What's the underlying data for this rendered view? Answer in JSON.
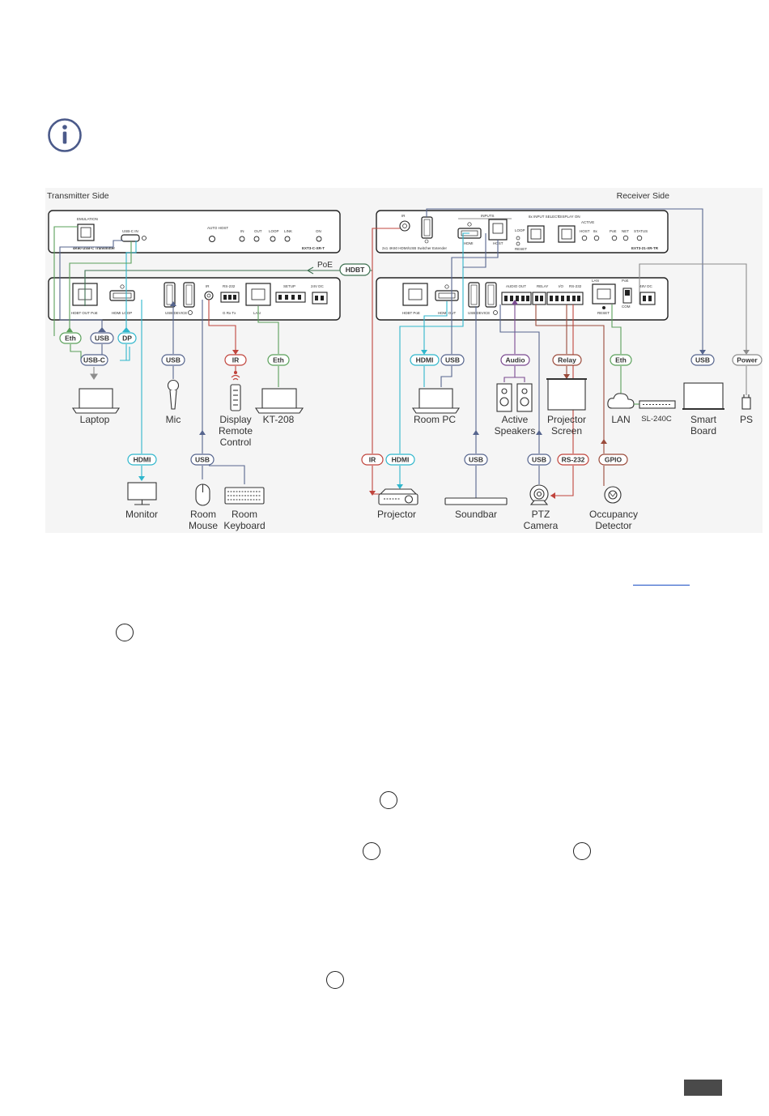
{
  "sides": {
    "transmitter": "Transmitter Side",
    "receiver": "Receiver Side"
  },
  "tx_device": {
    "name_tag": "EXT3-C-XR-T",
    "model_text": "4K60 USB-C Transmitter",
    "front_labels": [
      "EMULATION",
      "USB-C IN",
      "AUTO HOST",
      "IN",
      "OUT",
      "LOOP",
      "LINK",
      "ON"
    ],
    "rear_labels": [
      "HDBT OUT PoE",
      "HDMI LOOP",
      "USB DEVICE",
      "IR",
      "RS-232",
      "G Rx Tx",
      "LAN",
      "SETUP",
      "24V DC"
    ]
  },
  "rx_device": {
    "name_tag": "EXT3-21-XR-TR",
    "model_text": "2x1 4K60 HDMI/USB Switcher Extender",
    "front_labels": [
      "IR",
      "INPUTS",
      "HDMI",
      "HOST",
      "8x INPUT SELECT",
      "LOOP",
      "RESET",
      "DISPLAY ON",
      "ACTIVE",
      "HOST",
      "8x",
      "PoE",
      "NET",
      "STATUS"
    ],
    "rear_labels": [
      "HDBT PoE",
      "HDMI OUT",
      "USB DEVICE",
      "AUDIO OUT",
      "RELAY",
      "I/O",
      "RS-232",
      "RESET",
      "48V DC",
      "PoE",
      "LAN",
      "COM"
    ]
  },
  "links": {
    "poe": "PoE",
    "hdbt": "HDBT"
  },
  "pills": {
    "eth": "Eth",
    "usb": "USB",
    "dp": "DP",
    "usbc": "USB-C",
    "hdmi": "HDMI",
    "ir": "IR",
    "audio": "Audio",
    "relay": "Relay",
    "power": "Power",
    "rs232": "RS-232",
    "gpio": "GPIO"
  },
  "devices": {
    "laptop": "Laptop",
    "mic": "Mic",
    "display_remote": [
      "Display",
      "Remote",
      "Control"
    ],
    "kt208": "KT-208",
    "monitor": "Monitor",
    "room_mouse": [
      "Room",
      "Mouse"
    ],
    "room_keyboard": [
      "Room",
      "Keyboard"
    ],
    "room_pc": "Room PC",
    "active_speakers": [
      "Active",
      "Speakers"
    ],
    "projector_screen": [
      "Projector",
      "Screen"
    ],
    "lan": "LAN",
    "sl240c": "SL-240C",
    "smart_board": [
      "Smart",
      "Board"
    ],
    "ps": "PS",
    "projector": "Projector",
    "soundbar": "Soundbar",
    "ptz_camera": [
      "PTZ",
      "Camera"
    ],
    "occupancy_detector": [
      "Occupancy",
      "Detector"
    ]
  },
  "colors": {
    "green": "#5aa05a",
    "blue": "#56658e",
    "cyan": "#2fb6cc",
    "red": "#c0443c",
    "purple": "#7a4a90",
    "brown": "#9a4a3a",
    "gray": "#8c8c8c",
    "dark_green": "#3d7050",
    "icon_blue": "#4b5a8a"
  }
}
